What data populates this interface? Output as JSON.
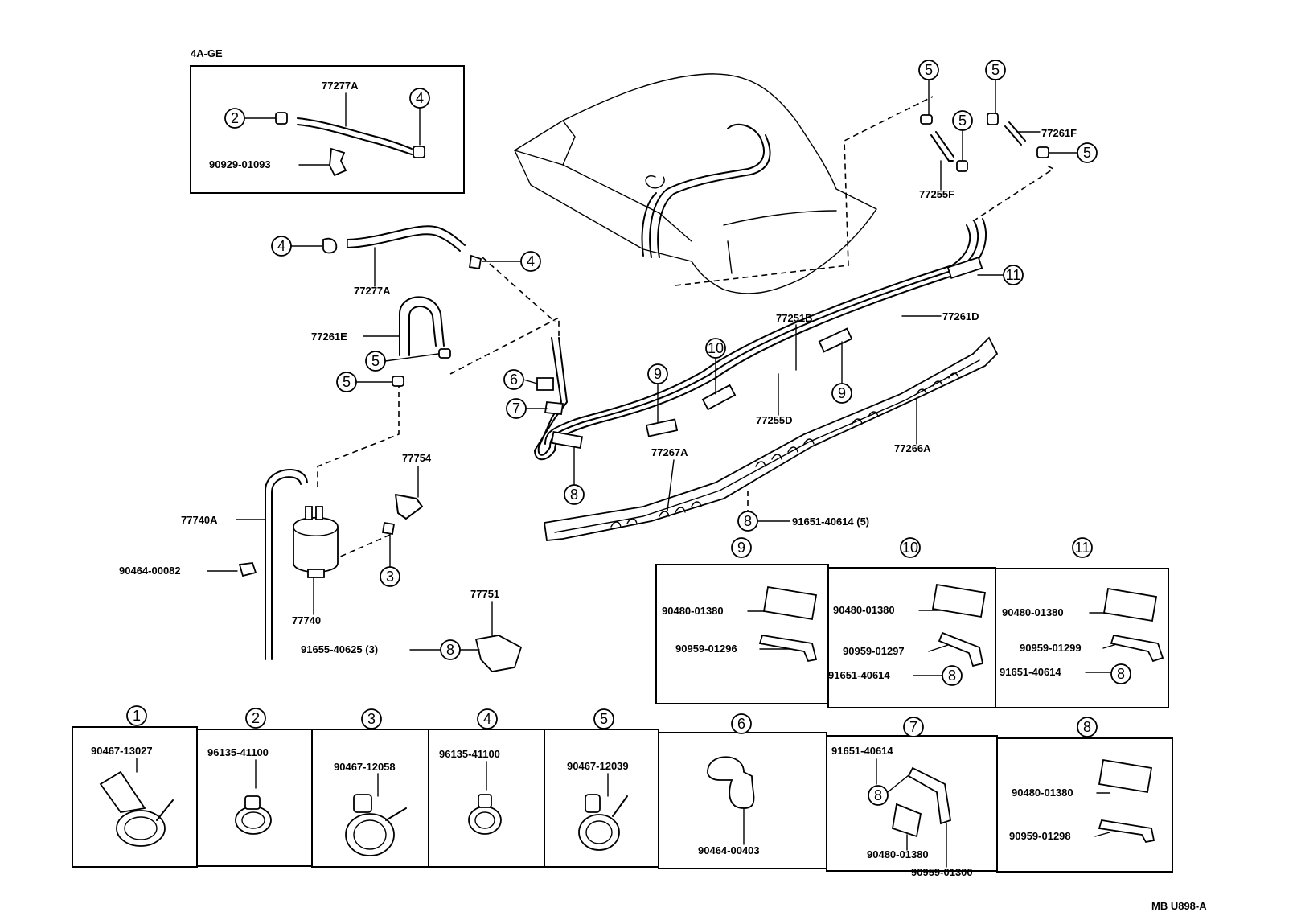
{
  "inset": {
    "title": "4A-GE",
    "hose": "77277A",
    "clip_part": "90929-01093",
    "ref_left": "2",
    "ref_right": "4"
  },
  "left_assembly": {
    "hose_top": "77277A",
    "hose_e": "77261E",
    "hose_a": "77740A",
    "canister": "77740",
    "clip_82": "90464-00082",
    "hose_754": "77754",
    "bracket": "77751",
    "bolt": "91655-40625 (3)"
  },
  "tank_area": {
    "hose_255f": "77255F",
    "hose_261f": "77261F",
    "tube_d": "77261D",
    "tube_b": "77251B",
    "tube_255d": "77255D",
    "protector_a": "77266A",
    "protector_267": "77267A",
    "bolt_5": "91651-40614 (5)"
  },
  "refs": {
    "r2": "2",
    "r3": "3",
    "r4": "4",
    "r5": "5",
    "r6": "6",
    "r7": "7",
    "r8": "8",
    "r9": "9",
    "r10": "10",
    "r11": "11"
  },
  "detail_9": {
    "num": "9",
    "clamp": "90480-01380",
    "bracket": "90959-01296"
  },
  "detail_10": {
    "num": "10",
    "clamp": "90480-01380",
    "bracket": "90959-01297",
    "bolt": "91651-40614"
  },
  "detail_11": {
    "num": "11",
    "clamp": "90480-01380",
    "bracket": "90959-01299",
    "bolt": "91651-40614"
  },
  "bottom_details": [
    {
      "num": "1",
      "part": "90467-13027"
    },
    {
      "num": "2",
      "part": "96135-41100"
    },
    {
      "num": "3",
      "part": "90467-12058"
    },
    {
      "num": "4",
      "part": "96135-41100"
    },
    {
      "num": "5",
      "part": "90467-12039"
    },
    {
      "num": "6",
      "part": "90464-00403"
    },
    {
      "num": "7",
      "part_top": "91651-40614",
      "part_mid": "90480-01380",
      "part_bot": "90959-01300"
    },
    {
      "num": "8",
      "part_top": "90480-01380",
      "part_bot": "90959-01298"
    }
  ],
  "footer": {
    "code": "MB U898-A"
  }
}
